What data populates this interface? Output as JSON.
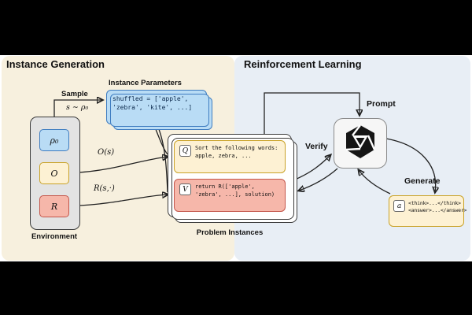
{
  "colors": {
    "left_bg": "#f7f0de",
    "right_bg": "#e8eef5",
    "blue_fill": "#b9dcf5",
    "blue_border": "#3e7cc0",
    "yellow_fill": "#fdf1d3",
    "yellow_border": "#c9a227",
    "red_fill": "#f6b7aa",
    "red_border": "#c4564b",
    "arrow": "#222222"
  },
  "left": {
    "title": "Instance Generation",
    "sample_label": "Sample",
    "sample_math": "s ∼ ρ₀",
    "instance_parameters_title": "Instance Parameters",
    "code_line1": "shuffled = ['apple',",
    "code_line2": "'zebra', 'kite', ...]",
    "o_arrow_label": "O(s)",
    "r_arrow_label": "R(s,·)",
    "environment": {
      "label": "Environment",
      "rho": "ρ₀",
      "o": "O",
      "r": "R"
    },
    "problem_instances": {
      "label": "Problem Instances",
      "q_badge": "Q",
      "q_line1": "Sort the following words:",
      "q_line2": "apple, zebra, ...",
      "v_badge": "V",
      "v_line1": "return R(['apple',",
      "v_line2": "'zebra', ...], solution)"
    }
  },
  "right": {
    "title": "Reinforcement Learning",
    "prompt_label": "Prompt",
    "verify_label": "Verify",
    "generate_label": "Generate",
    "model_icon": "hexagon-knot-logo",
    "answer": {
      "badge": "a",
      "line1": "<think>...</think>",
      "line2": "<answer>...</answer>"
    }
  }
}
